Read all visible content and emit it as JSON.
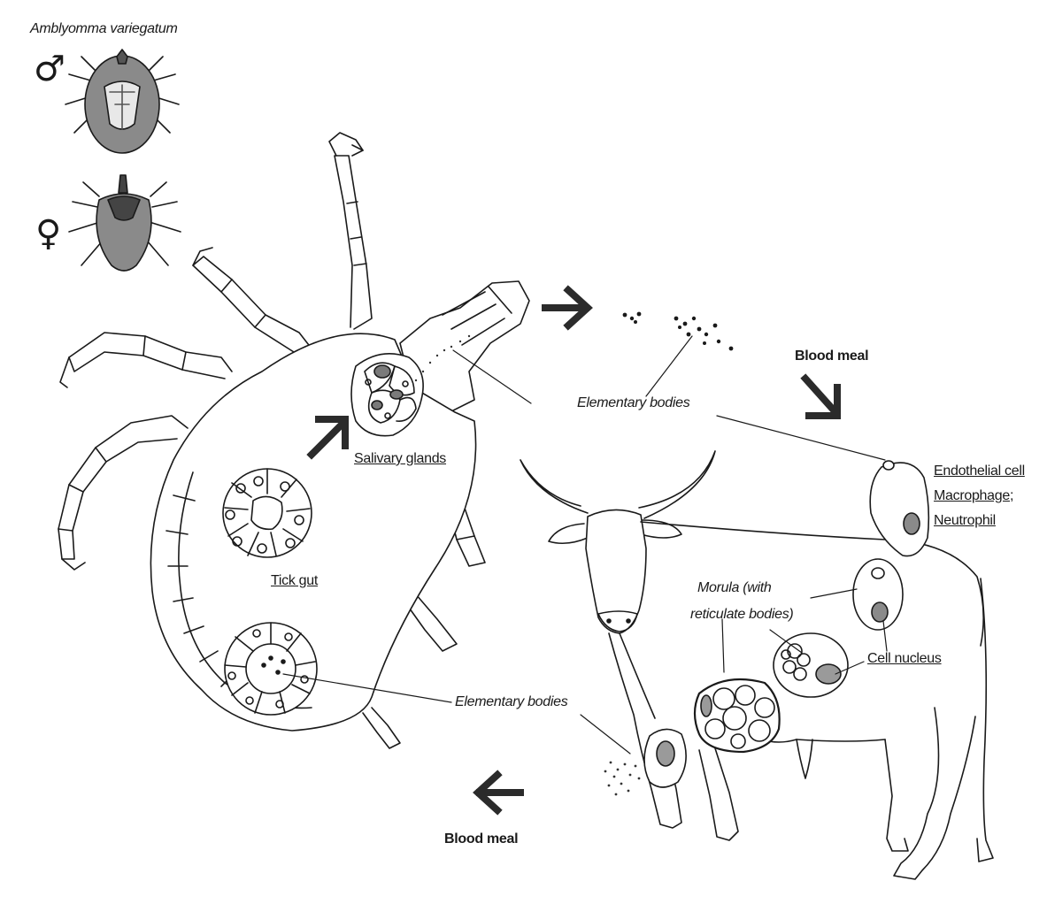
{
  "title": "Amblyomma variegatum",
  "symbols": {
    "male": "♂",
    "female": "♀"
  },
  "labels": {
    "salivary_glands": "Salivary glands",
    "tick_gut": "Tick gut",
    "elementary_bodies_top": "Elementary bodies",
    "elementary_bodies_bottom": "Elementary bodies",
    "blood_meal_top": "Blood meal",
    "blood_meal_bottom": "Blood meal",
    "endothelial_cell": "Endothelial cell",
    "macrophage": "Macrophage;",
    "neutrophil": "Neutrophil",
    "morula_line1": "Morula (with",
    "morula_line2": "reticulate bodies)",
    "cell_nucleus": "Cell nucleus"
  },
  "colors": {
    "ink": "#1a1a1a",
    "shade": "#7a7a7a",
    "arrow": "#2b2b2b"
  },
  "icons": [
    "male-symbol-icon",
    "female-symbol-icon",
    "arrow-right-icon",
    "arrow-up-right-icon",
    "arrow-down-right-icon",
    "arrow-left-icon"
  ]
}
